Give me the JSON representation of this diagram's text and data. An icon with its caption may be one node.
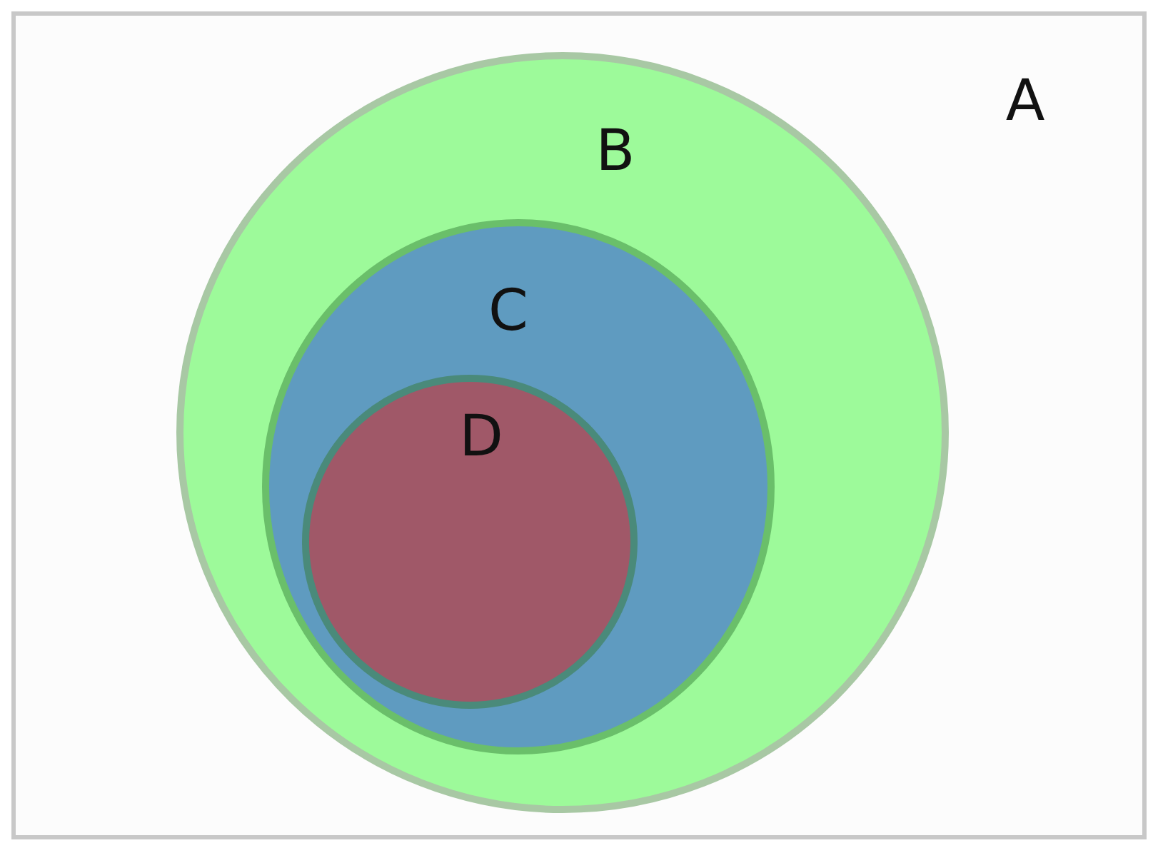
{
  "diagram": {
    "nodes": [
      {
        "text": [
          "A"
        ]
      },
      {
        "text": [
          "B"
        ],
        "in": 0
      },
      {
        "text": [
          "C"
        ],
        "in": 1
      },
      {
        "text": [
          "D"
        ],
        "in": 2
      }
    ]
  }
}
